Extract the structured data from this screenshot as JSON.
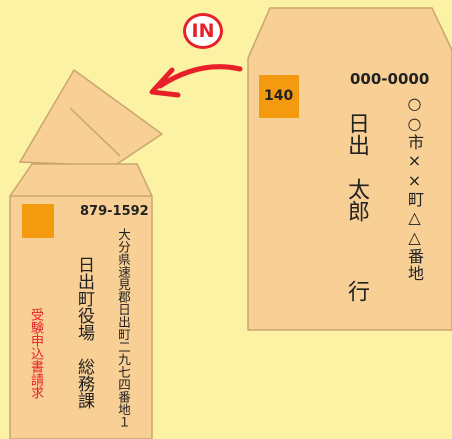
{
  "badge": {
    "label": "IN",
    "color": "#e8202a"
  },
  "colors": {
    "background": "#fcf2a4",
    "envelope": "#f8cf94",
    "envelope_stroke": "#c9a570",
    "stamp": "#f49a0e",
    "red": "#e8202a"
  },
  "return_envelope": {
    "stamp_value": "140",
    "postal_code": "000-0000",
    "address": "○○市××町△△番地",
    "name": "日出　太郎",
    "suffix": "行"
  },
  "outgoing_envelope": {
    "postal_code": "879-1592",
    "address": "大分県速見郡日出町二九七四番地１",
    "office": "日出町役場",
    "department": "総務課",
    "enclosure_note": "受験申込書請求"
  },
  "icons": [
    "arrow-icon"
  ]
}
